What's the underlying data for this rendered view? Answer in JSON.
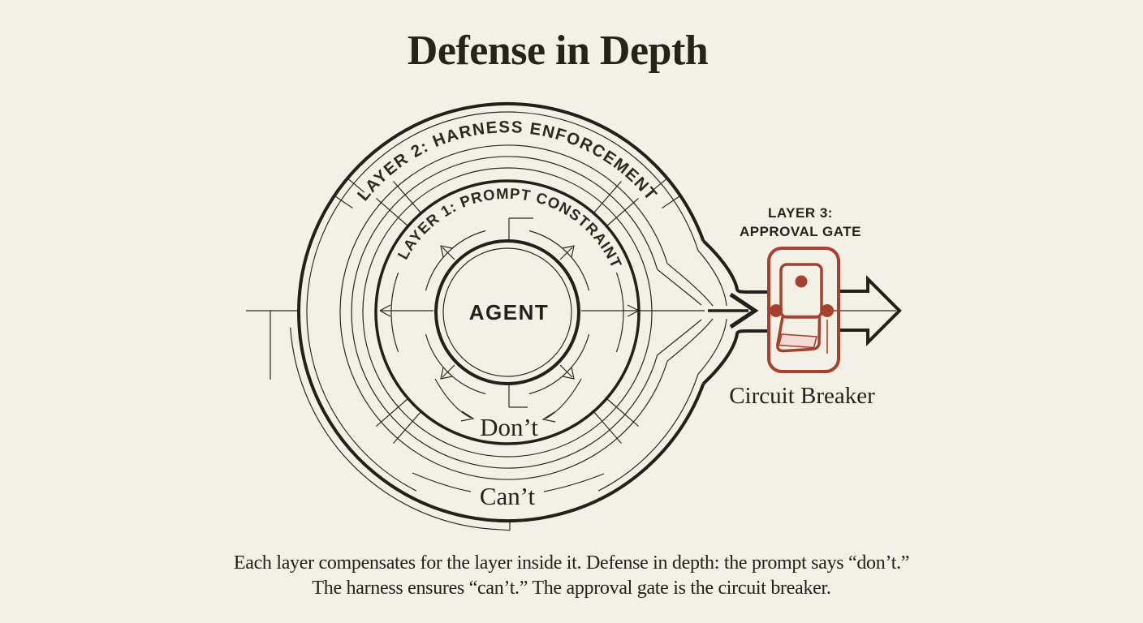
{
  "title": "Defense in Depth",
  "rings": {
    "center_label": "AGENT",
    "layer1_label": "LAYER 1: PROMPT CONSTRAINT",
    "layer2_label": "LAYER 2: HARNESS ENFORCEMENT",
    "prompt_word": "Don’t",
    "harness_word": "Can’t"
  },
  "gate": {
    "label_line1": "LAYER 3:",
    "label_line2": "APPROVAL GATE",
    "device_label": "Circuit Breaker"
  },
  "caption": {
    "line1": "Each layer compensates for the layer inside it. Defense in depth: the prompt says “don’t.”",
    "line2": "The harness ensures “can’t.” The approval gate is the circuit breaker."
  },
  "colors": {
    "background": "#f3f0e5",
    "ink": "#21201a",
    "accent_red": "#a6402f",
    "switch_face": "#f1dbd4"
  }
}
